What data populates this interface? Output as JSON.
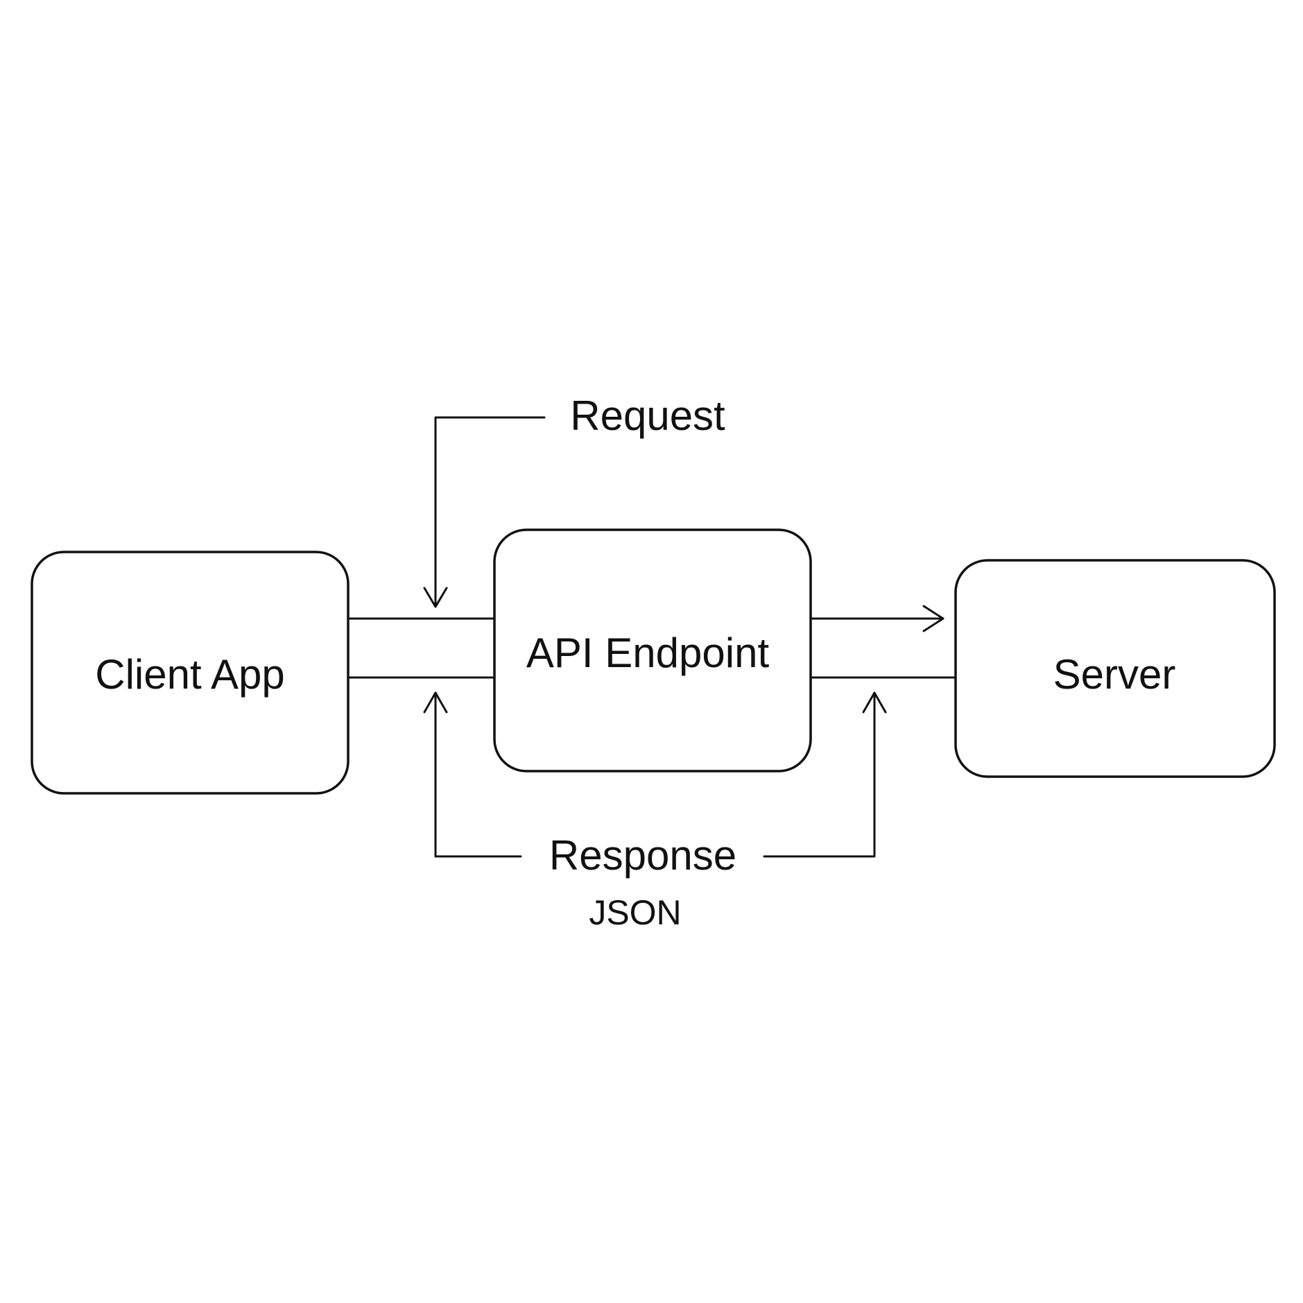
{
  "nodes": {
    "client": {
      "label": "Client App"
    },
    "api": {
      "label": "API Endpoint"
    },
    "server": {
      "label": "Server"
    }
  },
  "edges": {
    "request": {
      "label": "Request"
    },
    "response": {
      "label": "Response",
      "format": "JSON"
    }
  },
  "colors": {
    "stroke": "#111111",
    "background": "#ffffff"
  }
}
